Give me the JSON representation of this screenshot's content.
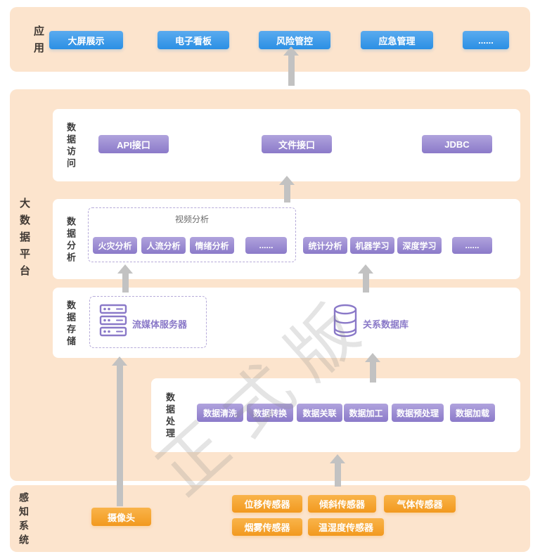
{
  "watermark": "正式版",
  "colors": {
    "band_bg": "#fce4cd",
    "blue_button": "#2b8fe4",
    "purple_button": "#8b7ac9",
    "orange_button": "#f2991f",
    "arrow": "#c2c2c2",
    "accent_purple_text": "#8a79c8"
  },
  "app_band": {
    "label": "应用",
    "buttons": [
      "大屏展示",
      "电子看板",
      "风险管控",
      "应急管理",
      "......"
    ]
  },
  "platform_band": {
    "label": "大数据平台",
    "data_access": {
      "label": "数据访问",
      "buttons": [
        "API接口",
        "文件接口",
        "JDBC"
      ]
    },
    "data_analysis": {
      "label": "数据分析",
      "video_group_title": "视频分析",
      "video_buttons": [
        "火灾分析",
        "人流分析",
        "情绪分析",
        "......"
      ],
      "buttons": [
        "统计分析",
        "机器学习",
        "深度学习",
        "......"
      ]
    },
    "data_storage": {
      "label": "数据存储",
      "stream_server_label": "流媒体服务器",
      "relational_db_label": "关系数据库",
      "icons": [
        "server-icon",
        "database-icon"
      ]
    },
    "data_processing": {
      "label": "数据处理",
      "buttons": [
        "数据清洗",
        "数据转换",
        "数据关联",
        "数据加工",
        "数据预处理",
        "数据加载"
      ]
    }
  },
  "perception_band": {
    "label": "感知系统",
    "camera_label": "摄像头",
    "sensor_buttons_row1": [
      "位移传感器",
      "倾斜传感器",
      "气体传感器"
    ],
    "sensor_buttons_row2": [
      "烟雾传感器",
      "温湿度传感器"
    ]
  }
}
